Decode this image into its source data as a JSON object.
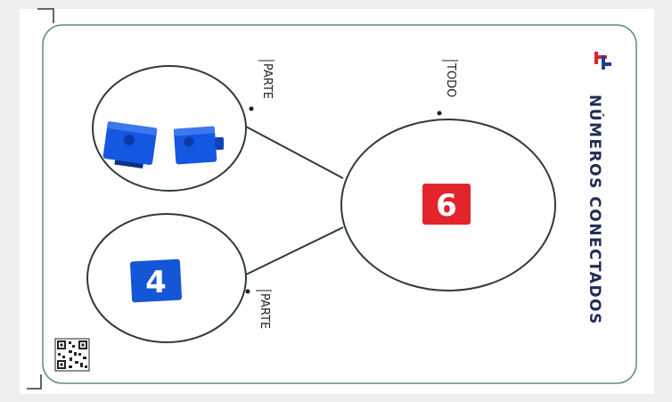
{
  "board": {
    "title": "NÚMEROS CONECTADOS",
    "whole_label": "TODO",
    "part_top_label": "PARTE",
    "part_bottom_label": "PARTE"
  },
  "tiles": {
    "whole_value": "6",
    "part_value": "4"
  },
  "colors": {
    "background": "#eef0ef",
    "card": "#ffffff",
    "border": "#5a8f80",
    "line": "#2f3a3a",
    "whole_tile": "#e3242b",
    "part_tile": "#1456d6",
    "cube": "#1457e0",
    "title": "#1e2b55",
    "logo_red": "#d8262e",
    "logo_blue": "#1d3f8f"
  },
  "icons": [
    "logo-icon",
    "qr-code-icon",
    "corner-mark-icon"
  ]
}
